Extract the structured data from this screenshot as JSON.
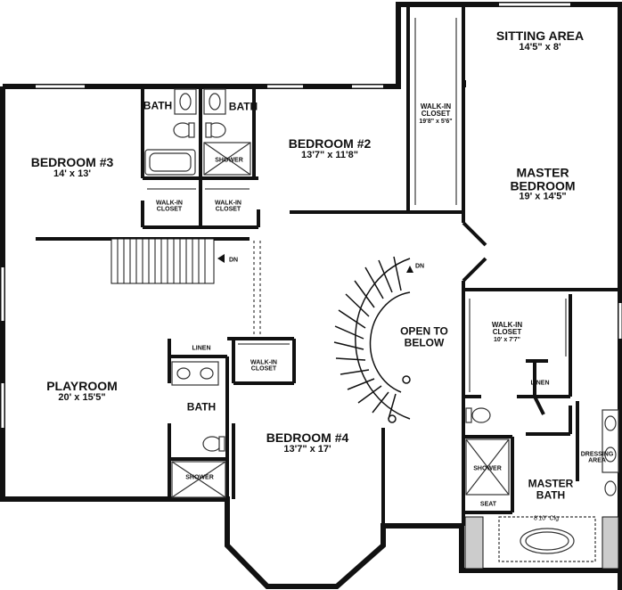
{
  "rooms": {
    "sitting_area": {
      "name": "SITTING AREA",
      "dims": "14'5\" x 8'"
    },
    "walkin_closet_master_top": {
      "name1": "WALK-IN",
      "name2": "CLOSET",
      "dims": "19'8\" x 5'6\""
    },
    "master_bedroom": {
      "name1": "MASTER",
      "name2": "BEDROOM",
      "dims": "19' x 14'5\""
    },
    "bedroom2": {
      "name": "BEDROOM #2",
      "dims": "13'7\" x 11'8\""
    },
    "bedroom3": {
      "name": "BEDROOM #3",
      "dims": "14' x 13'"
    },
    "bath_left": {
      "name": "BATH"
    },
    "bath_right": {
      "name": "BATH"
    },
    "shower_upper": {
      "name": "SHOWER"
    },
    "walkin_closet_b3": {
      "name1": "WALK-IN",
      "name2": "CLOSET"
    },
    "walkin_closet_b2": {
      "name1": "WALK-IN",
      "name2": "CLOSET"
    },
    "stair_dn_left": {
      "name": "DN"
    },
    "stair_dn_curved": {
      "name": "DN"
    },
    "open_to_below": {
      "name1": "OPEN TO",
      "name2": "BELOW"
    },
    "walkin_closet_master": {
      "name1": "WALK-IN",
      "name2": "CLOSET",
      "dims": "10' x 7'7\""
    },
    "linen_master": {
      "name": "LINEN"
    },
    "playroom": {
      "name": "PLAYROOM",
      "dims": "20' x 15'5\""
    },
    "linen_hall": {
      "name": "LINEN"
    },
    "walkin_closet_b4": {
      "name1": "WALK-IN",
      "name2": "CLOSET"
    },
    "bath_hall": {
      "name": "BATH"
    },
    "shower_hall": {
      "name": "SHOWER"
    },
    "bedroom4": {
      "name": "BEDROOM #4",
      "dims": "13'7\" x 17'"
    },
    "shower_master": {
      "name": "SHOWER"
    },
    "seat": {
      "name": "SEAT"
    },
    "master_bath": {
      "name1": "MASTER",
      "name2": "BATH"
    },
    "dressing_area": {
      "name1": "DRESSING",
      "name2": "AREA"
    },
    "ceiling": {
      "name": "8'10\" Clg"
    }
  },
  "colors": {
    "wall": "#111111",
    "fixture": "#333333",
    "window_fill": "#cccccc",
    "background": "#ffffff"
  }
}
